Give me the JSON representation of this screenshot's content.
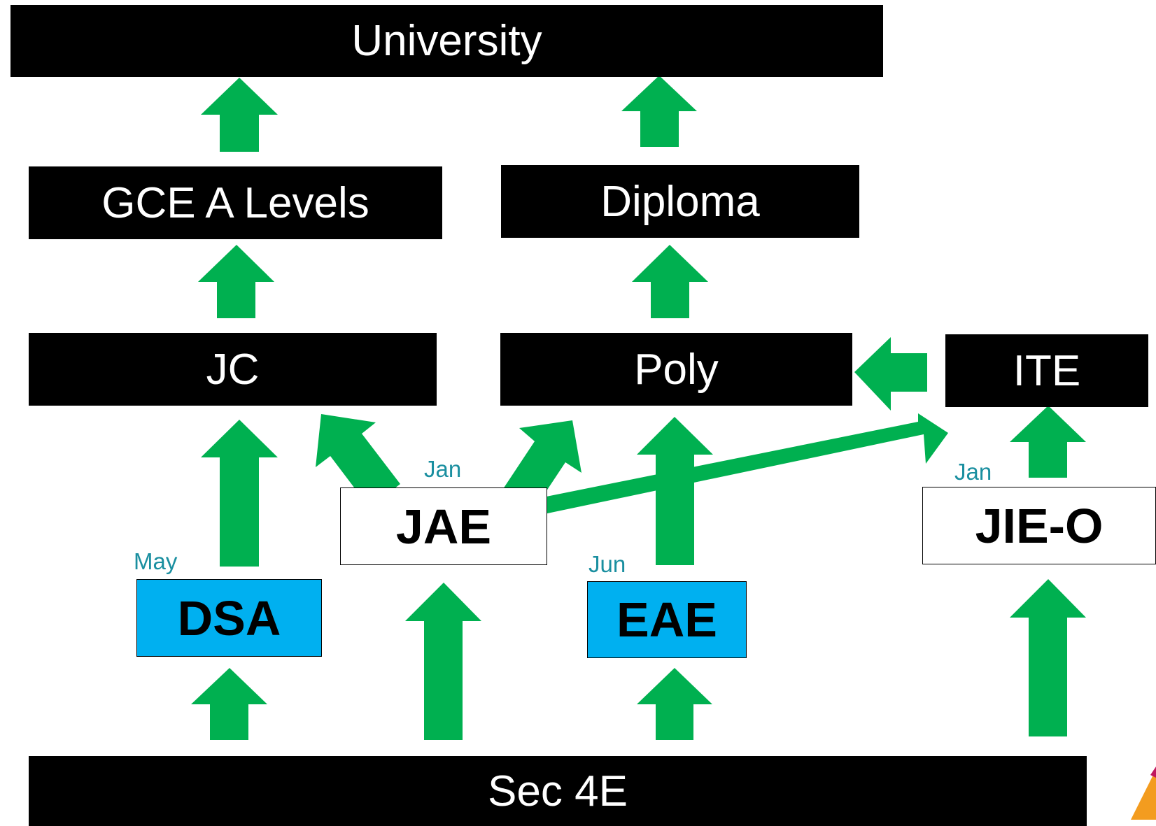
{
  "boxes": {
    "university": "University",
    "gce_a_levels": "GCE A Levels",
    "diploma": "Diploma",
    "jc": "JC",
    "poly": "Poly",
    "ite": "ITE",
    "jae": "JAE",
    "jie_o": "JIE-O",
    "dsa": "DSA",
    "eae": "EAE",
    "sec4e": "Sec 4E"
  },
  "months": {
    "dsa": "May",
    "jae": "Jan",
    "eae": "Jun",
    "jie_o": "Jan"
  },
  "colors": {
    "arrow": "#00b050",
    "black_box": "#000000",
    "blue_box": "#00b0f0",
    "month_text": "#1a8fa0"
  },
  "icons": [
    "arrow-up-icon",
    "arrow-left-icon",
    "arrow-diagonal-icon"
  ]
}
